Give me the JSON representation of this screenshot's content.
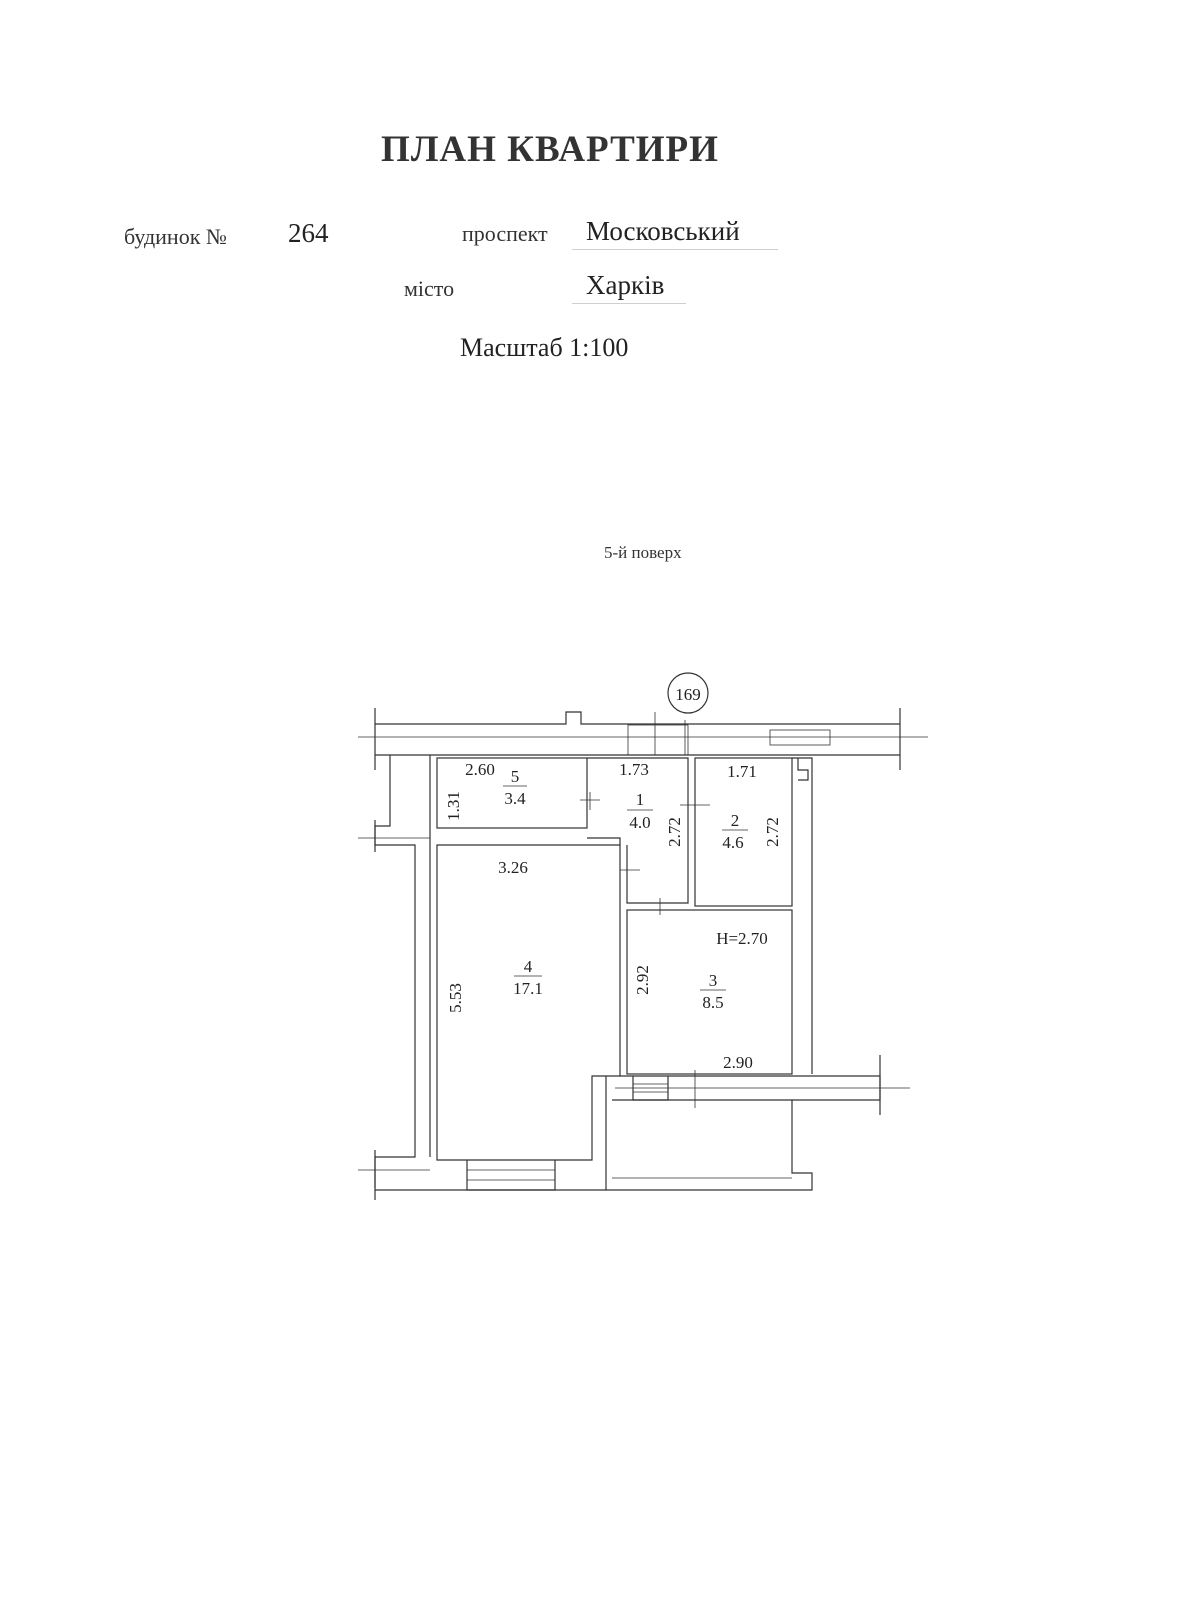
{
  "header": {
    "title": "ПЛАН КВАРТИРИ",
    "house_label": "будинок №",
    "house_number": "264",
    "street_label": "проспект",
    "street_name": "Московський",
    "city_label": "місто",
    "city_name": "Харків",
    "scale": "Масштаб 1:100"
  },
  "plan": {
    "floor_label": "5-й поверх",
    "building_number": "169",
    "ceiling_height": "H=2.70",
    "rooms": [
      {
        "number": "1",
        "area": "4.0"
      },
      {
        "number": "2",
        "area": "4.6"
      },
      {
        "number": "3",
        "area": "8.5"
      },
      {
        "number": "4",
        "area": "17.1"
      },
      {
        "number": "5",
        "area": "3.4"
      }
    ],
    "dimensions": {
      "room5_width": "2.60",
      "room5_depth": "1.31",
      "room1_width": "1.73",
      "room1_depth": "2.72",
      "room2_width": "1.71",
      "room2_depth": "2.72",
      "room4_width": "3.26",
      "room4_depth": "5.53",
      "room3_width": "2.90",
      "room3_depth": "2.92"
    }
  }
}
